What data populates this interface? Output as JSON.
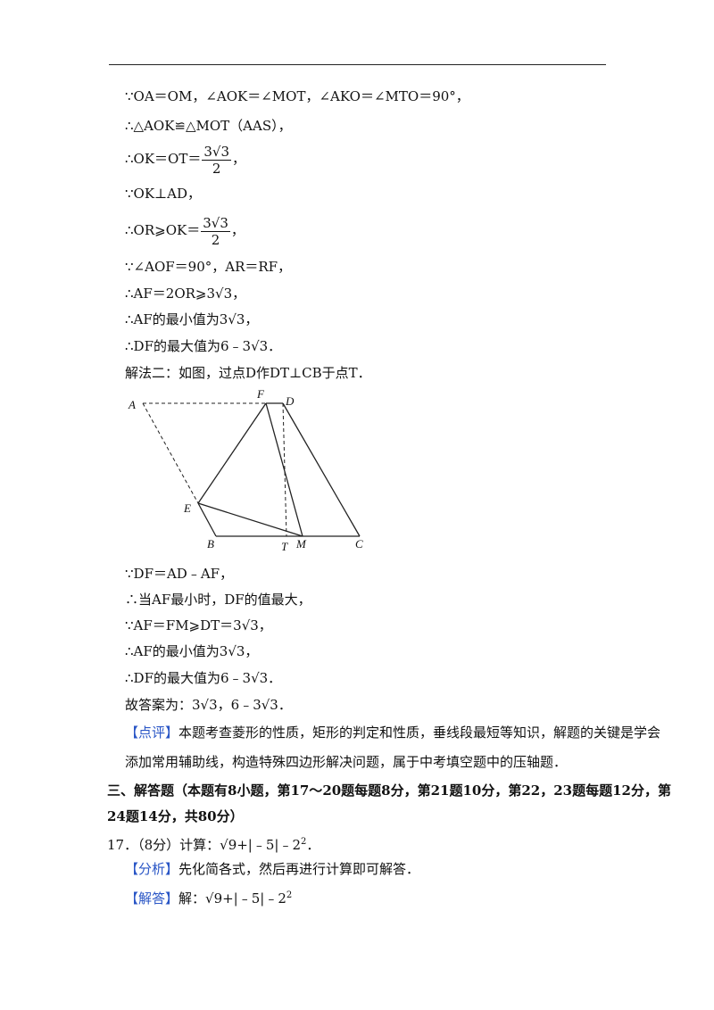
{
  "lines": {
    "l1": "∵OA＝OM，∠AOK＝∠MOT，∠AKO＝∠MTO＝90°，",
    "l2": "∴△AOK≌△MOT（AAS），",
    "l3a": "∴OK＝OT＝",
    "frac_num": "3√3",
    "frac_den": "2",
    "l3b": "，",
    "l4": "∵OK⊥AD，",
    "l5a": "∴OR⩾OK＝",
    "l5b": "，",
    "l6": "∵∠AOF＝90°，AR＝RF，",
    "l7": "∴AF＝2OR⩾3√3，",
    "l8": "∴AF的最小值为3√3，",
    "l9": "∴DF的最大值为6﹣3√3．",
    "l10": "解法二：如图，过点D作DT⊥CB于点T．",
    "l11": "∵DF＝AD﹣AF，",
    "l12": "∴当AF最小时，DF的值最大，",
    "l13": "∵AF＝FM⩾DT＝3√3，",
    "l14": "∴AF的最小值为3√3，",
    "l15": "∴DF的最大值为6﹣3√3．",
    "l16": "故答案为：3√3，6﹣3√3．",
    "comment_tag": "【点评】",
    "comment_1": "本题考查菱形的性质，矩形的判定和性质，垂线段最短等知识，解题的关键是学会",
    "comment_2": "添加常用辅助线，构造特殊四边形解决问题，属于中考填空题中的压轴题．",
    "section_1": "三、解答题（本题有8小题，第17～20题每题8分，第21题10分，第22，23题每题12分，第",
    "section_2": "24题14分，共80分）",
    "q17_a": "17．（8分）计算：√9+|﹣5|﹣2",
    "q17_exp": "2",
    "q17_b": "．",
    "analysis_tag": "【分析】",
    "analysis": "先化简各式，然后再进行计算即可解答．",
    "answer_tag": "【解答】",
    "answer_a": "解：√9+|﹣5|﹣2",
    "answer_exp": "2"
  },
  "figure": {
    "labels": {
      "A": "A",
      "F": "F",
      "D": "D",
      "E": "E",
      "B": "B",
      "T": "T",
      "M": "M",
      "C": "C"
    }
  }
}
